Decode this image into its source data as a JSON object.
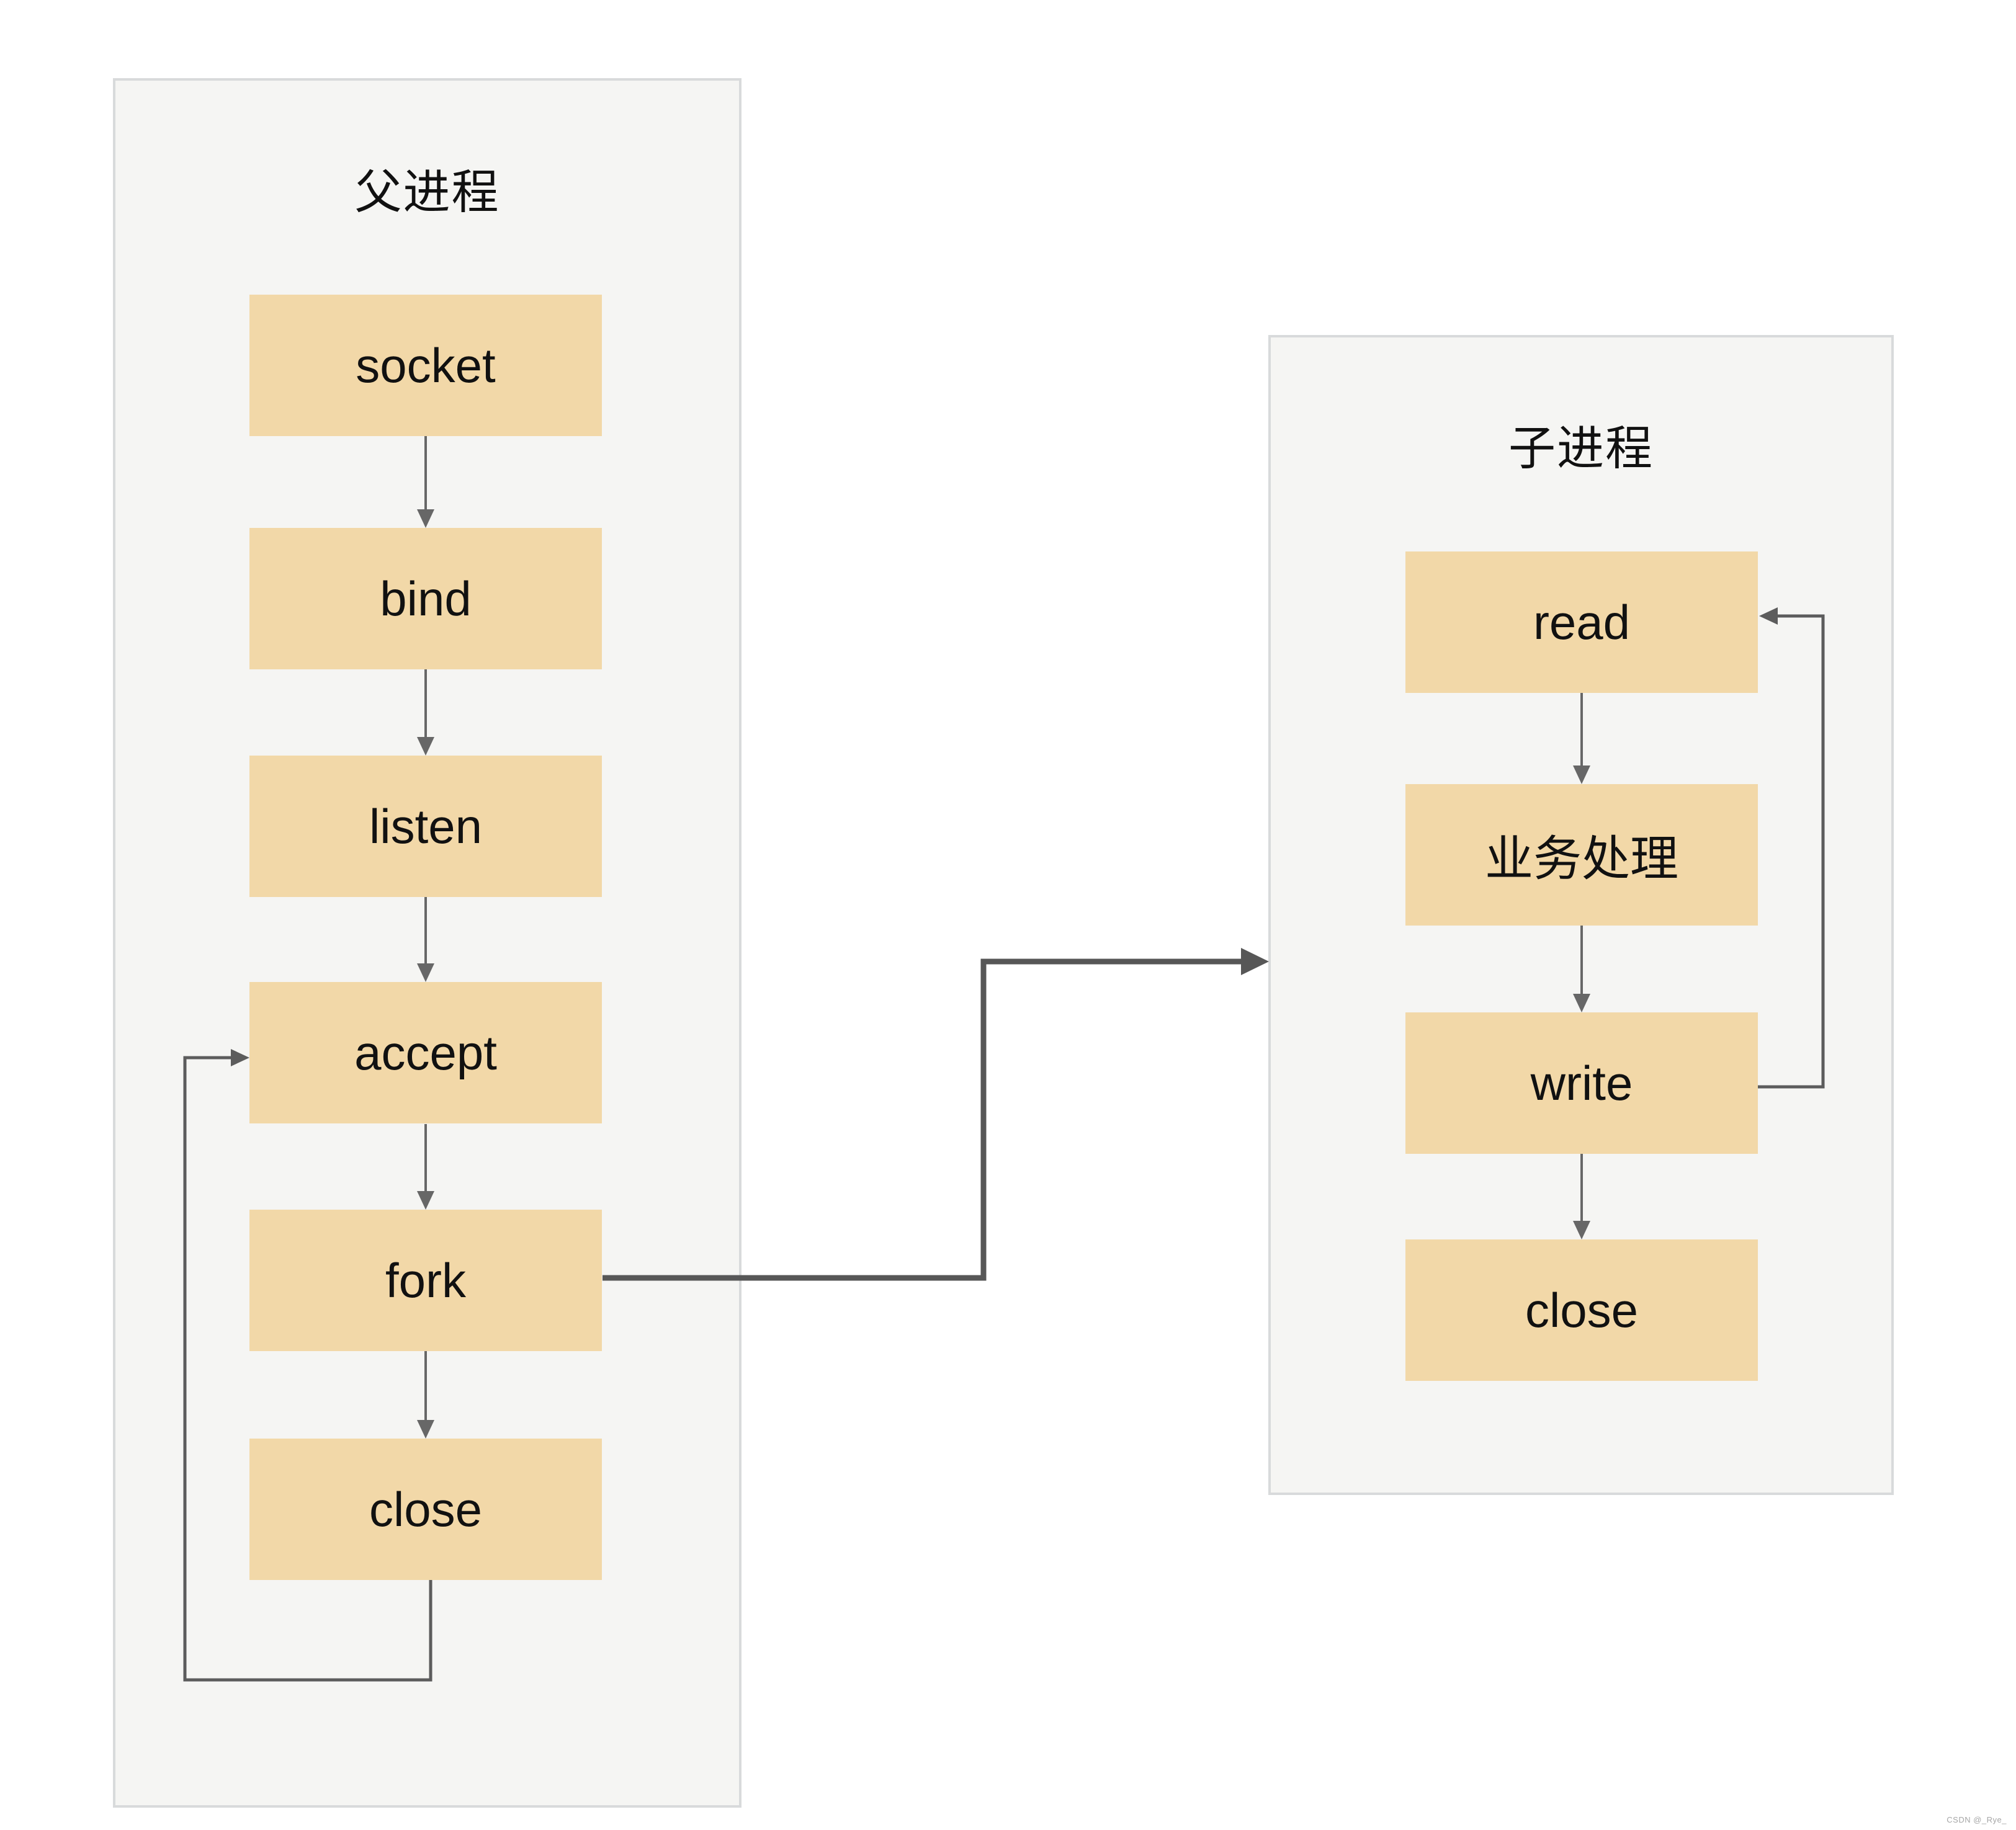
{
  "diagram": {
    "panels": [
      {
        "id": "parent-process",
        "title": "父进程",
        "nodes": [
          {
            "label": "socket"
          },
          {
            "label": "bind"
          },
          {
            "label": "listen"
          },
          {
            "label": "accept"
          },
          {
            "label": "fork"
          },
          {
            "label": "close"
          }
        ]
      },
      {
        "id": "child-process",
        "title": "子进程",
        "nodes": [
          {
            "label": "read"
          },
          {
            "label": "业务处理"
          },
          {
            "label": "write"
          },
          {
            "label": "close"
          }
        ]
      }
    ],
    "connections": [
      {
        "from": "socket",
        "to": "bind",
        "type": "down-arrow"
      },
      {
        "from": "bind",
        "to": "listen",
        "type": "down-arrow"
      },
      {
        "from": "listen",
        "to": "accept",
        "type": "down-arrow"
      },
      {
        "from": "accept",
        "to": "fork",
        "type": "down-arrow"
      },
      {
        "from": "fork",
        "to": "close",
        "type": "down-arrow"
      },
      {
        "from": "close",
        "to": "accept",
        "type": "loop-left"
      },
      {
        "from": "fork",
        "to": "child-process",
        "type": "elbow-connector"
      },
      {
        "from": "read",
        "to": "业务处理",
        "type": "down-arrow"
      },
      {
        "from": "业务处理",
        "to": "write",
        "type": "down-arrow"
      },
      {
        "from": "write",
        "to": "close",
        "type": "down-arrow"
      },
      {
        "from": "write",
        "to": "read",
        "type": "loop-right"
      }
    ],
    "watermark": "CSDN @_Rye_"
  },
  "colors": {
    "canvas_bg": "#FFFFFF",
    "panel_bg": "#F5F5F3",
    "panel_border": "#D8DADB",
    "box_fill": "#F2D8A8",
    "label_color": "#111111",
    "arrow_thin": "#676767",
    "arrow_loop": "#5C5C5C",
    "arrow_connector": "#575757",
    "watermark_color": "#A6A6A6"
  }
}
